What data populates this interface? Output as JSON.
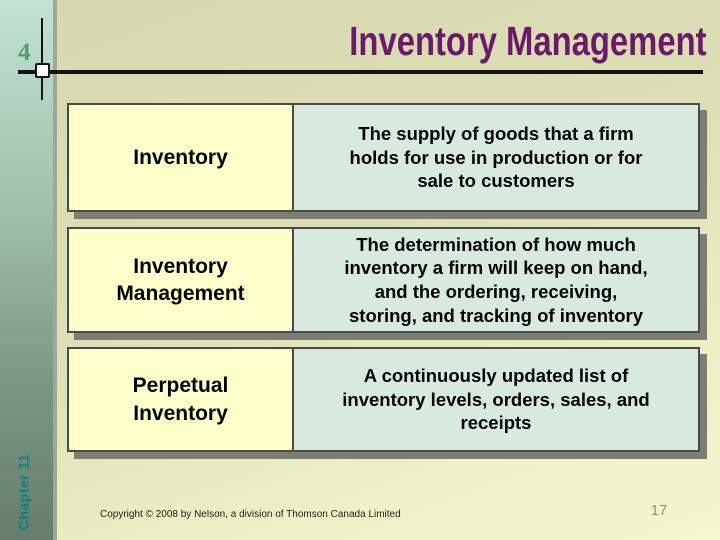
{
  "slide": {
    "sequence_number": "4",
    "chapter_label": "Chapter 11",
    "title": "Inventory Management",
    "footer": "Copyright © 2008 by Nelson, a division of Thomson Canada Limited",
    "page_number": "17"
  },
  "definition_table": {
    "rows": [
      {
        "term": "Inventory",
        "definition": "The supply of goods that a firm holds for use in production or for sale to customers"
      },
      {
        "term": "Inventory Management",
        "definition": "The determination of how much inventory a firm will keep on hand, and the ordering, receiving, storing, and tracking of inventory"
      },
      {
        "term": "Perpetual Inventory",
        "definition": "A continuously updated list of inventory levels, orders, sales, and receipts"
      }
    ]
  },
  "colors": {
    "title_text": "#691a69",
    "term_cell_bg": "#ffffcc",
    "definition_cell_bg": "#d8eadd",
    "cell_border": "#4a4a4a",
    "row_shadow": "#7d7d78",
    "chapter_label_text": "#0b7f80",
    "slide_number_text": "#4f9f73",
    "page_number_text": "#8f8f8f",
    "sidebar_gradient_top": "#c2e3d2",
    "sidebar_gradient_bottom": "#647d6c",
    "background_top": "#d8d8b0",
    "background_bottom": "#f6f6d2"
  }
}
